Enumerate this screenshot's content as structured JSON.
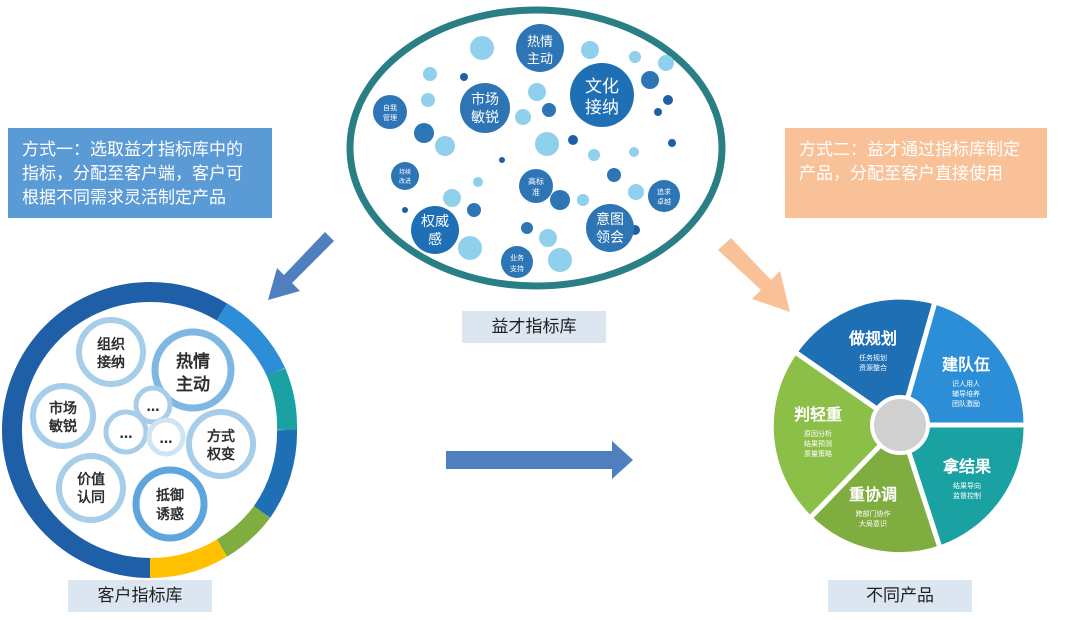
{
  "method_one": "方式一：选取益才指标库中的指标，分配至客户端，客户可根据不同需求灵活制定产品",
  "method_two": "方式二：益才通过指标库制定产品，分配至客户直接使用",
  "library_caption": "益才指标库",
  "client_caption": "客户指标库",
  "product_caption": "不同产品",
  "library_bubbles": {
    "b1": [
      "热情",
      "主动"
    ],
    "b2": [
      "文化",
      "接纳"
    ],
    "b3": [
      "市场",
      "敏锐"
    ],
    "b4": [
      "自我",
      "管理"
    ],
    "b5": [
      "权威",
      "感"
    ],
    "b6": [
      "意图",
      "领会"
    ],
    "b7": [
      "高标",
      "准"
    ],
    "b8": [
      "持续",
      "改进"
    ],
    "b9": [
      "追求",
      "卓越"
    ],
    "b10": [
      "业务",
      "支持"
    ]
  },
  "client_bubbles": {
    "c1": [
      "组织",
      "接纳"
    ],
    "c2": [
      "热情",
      "主动"
    ],
    "c3": [
      "市场",
      "敏锐"
    ],
    "c4": [
      "方式",
      "权变"
    ],
    "c5": [
      "价值",
      "认同"
    ],
    "c6": [
      "抵御",
      "诱惑"
    ],
    "dots": "…",
    "dots2": "…",
    "dots3": "…"
  },
  "products": {
    "p1": {
      "title": "做规划",
      "l1": "任务规划",
      "l2": "资源整合"
    },
    "p2": {
      "title": "建队伍",
      "l1": "识人用人",
      "l2": "辅导培养",
      "l3": "团队激励"
    },
    "p3": {
      "title": "拿结果",
      "l1": "结果导向",
      "l2": "监督控制"
    },
    "p4": {
      "title": "重协调",
      "l1": "跨部门协作",
      "l2": "大局意识"
    },
    "p5": {
      "title": "判轻重",
      "l1": "原因分析",
      "l2": "结果预测",
      "l3": "质量策略"
    }
  },
  "colors": {
    "navy": "#1f6fb5",
    "blue": "#2e75b6",
    "sky": "#5b9bd5",
    "teal": "#1aa1a1",
    "green": "#7fad3f",
    "yellow": "#ffc000",
    "orange": "#f8c197"
  }
}
